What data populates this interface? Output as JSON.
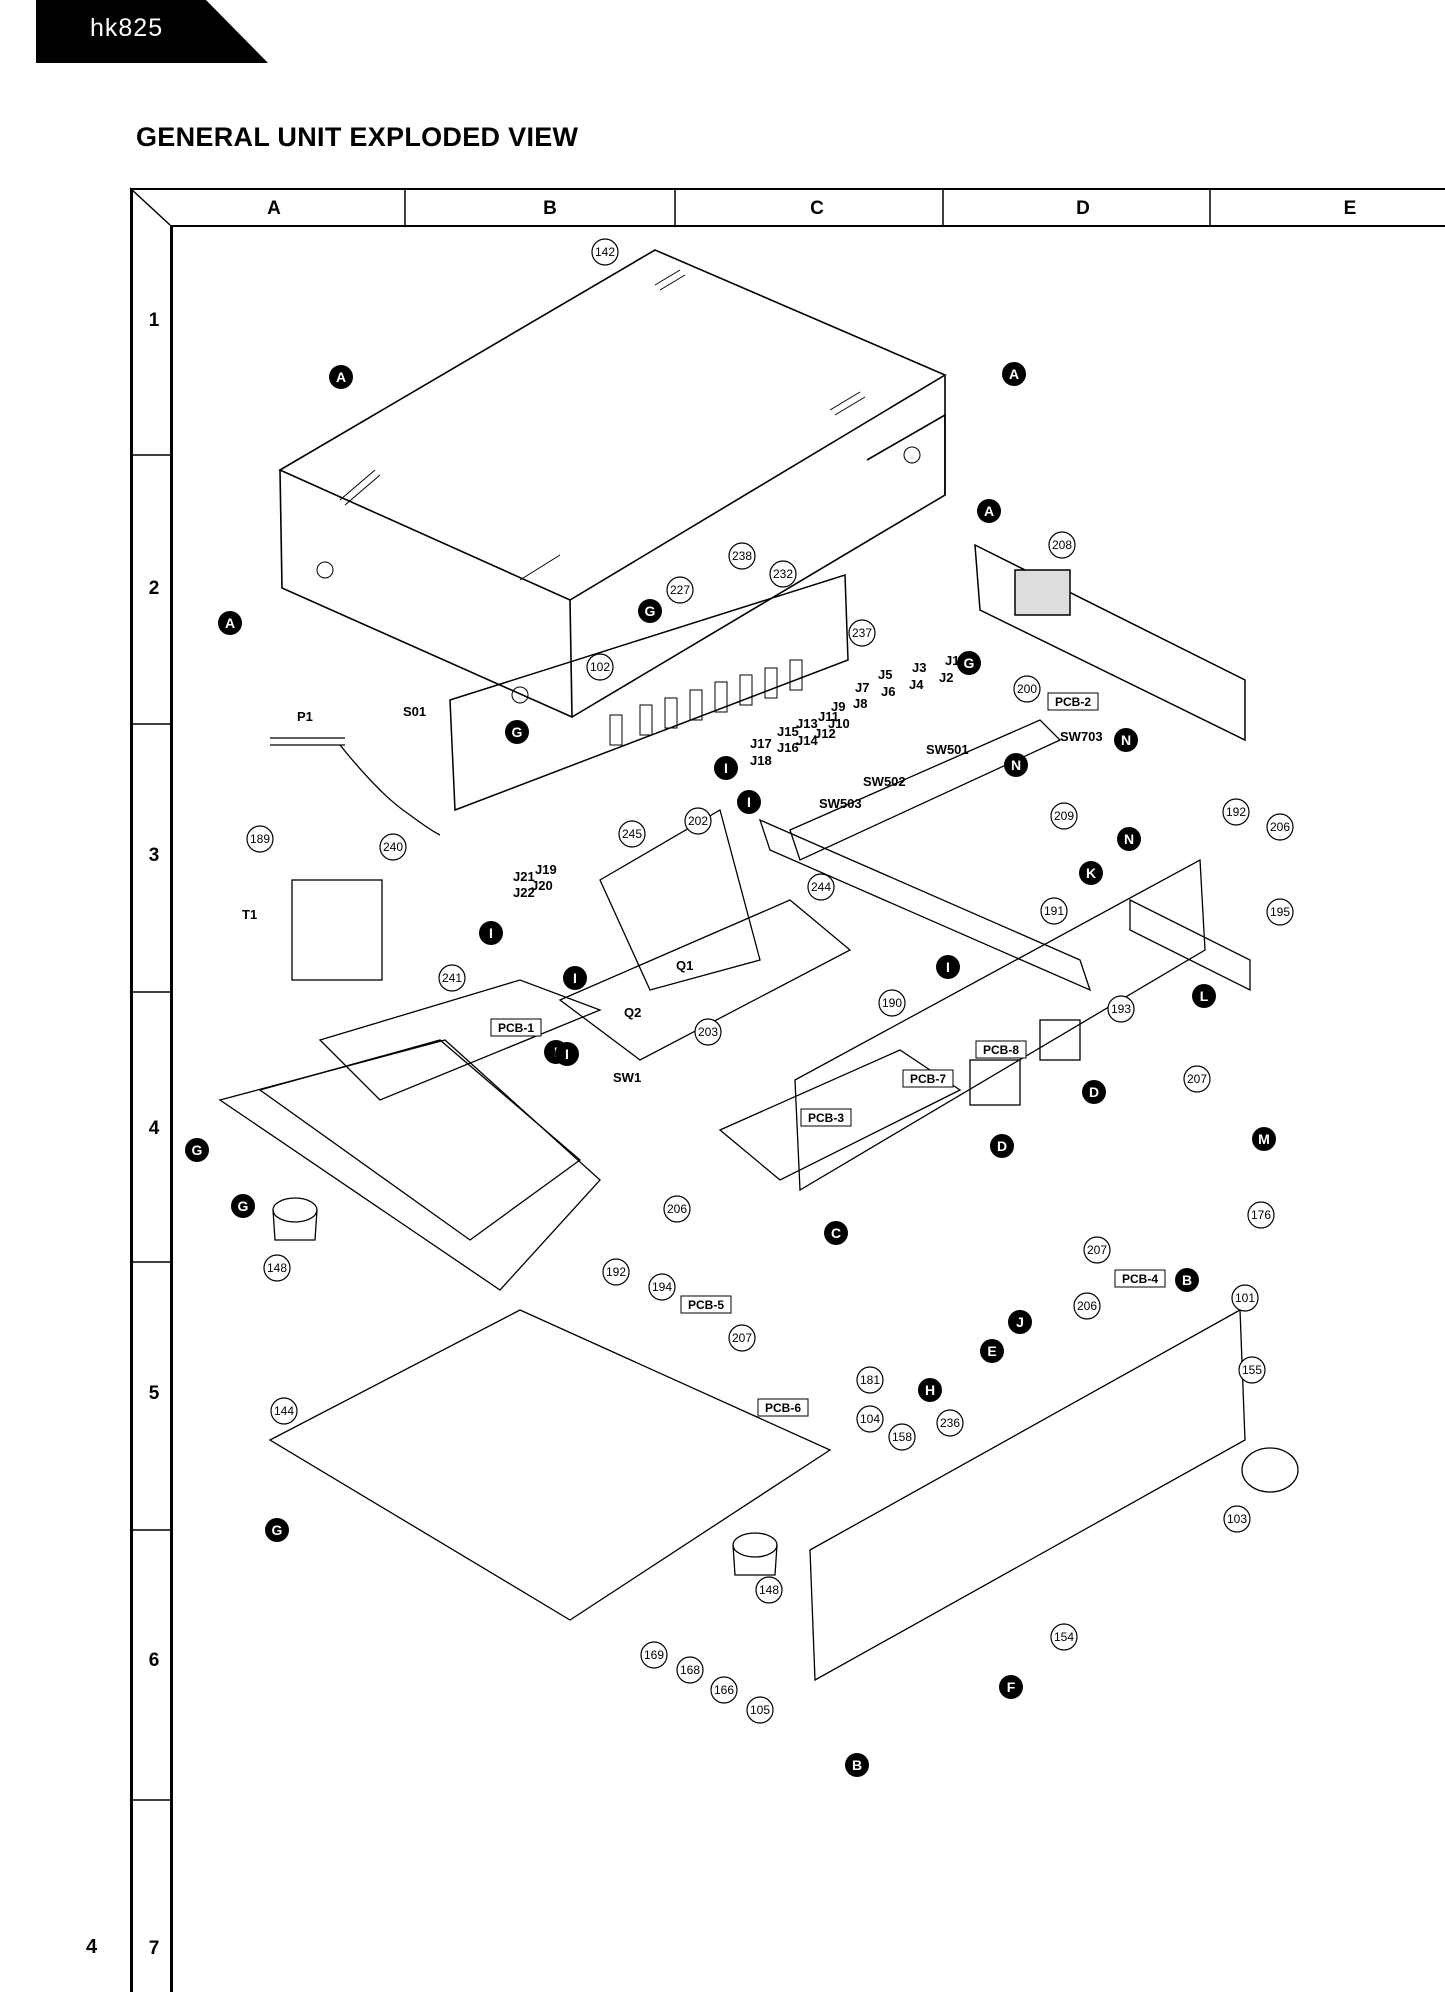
{
  "header": {
    "tab_label": "hk825",
    "title": "GENERAL UNIT EXPLODED VIEW",
    "page_number": "4"
  },
  "grid": {
    "columns": [
      "A",
      "B",
      "C",
      "D",
      "E"
    ],
    "rows": [
      "1",
      "2",
      "3",
      "4",
      "5",
      "6",
      "7"
    ]
  },
  "callouts": [
    "142",
    "227",
    "238",
    "232",
    "237",
    "102",
    "208",
    "200",
    "240",
    "189",
    "245",
    "202",
    "209",
    "192",
    "206",
    "195",
    "191",
    "244",
    "241",
    "190",
    "193",
    "203",
    "207",
    "206",
    "192",
    "194",
    "176",
    "207",
    "206",
    "207",
    "181",
    "236",
    "155",
    "104",
    "158",
    "101",
    "144",
    "148",
    "148",
    "103",
    "169",
    "168",
    "166",
    "105",
    "154"
  ],
  "letter_markers": [
    "A",
    "A",
    "A",
    "A",
    "G",
    "G",
    "G",
    "G",
    "G",
    "G",
    "N",
    "N",
    "N",
    "I",
    "I",
    "I",
    "I",
    "I",
    "I",
    "K",
    "L",
    "I",
    "D",
    "D",
    "M",
    "C",
    "B",
    "J",
    "E",
    "H",
    "F",
    "B"
  ],
  "text_labels": [
    "P1",
    "S01",
    "T1",
    "SW703",
    "SW501",
    "SW502",
    "SW503",
    "J1",
    "J2",
    "J3",
    "J4",
    "J5",
    "J6",
    "J7",
    "J8",
    "J9",
    "J10",
    "J11",
    "J12",
    "J13",
    "J14",
    "J15",
    "J16",
    "J17",
    "J18",
    "J19",
    "J20",
    "J21",
    "J22",
    "Q1",
    "Q2",
    "SW1"
  ],
  "pcb_labels": [
    "PCB-1",
    "PCB-2",
    "PCB-3",
    "PCB-4",
    "PCB-5",
    "PCB-6",
    "PCB-7",
    "PCB-8"
  ],
  "colors": {
    "ink": "#000000",
    "paper": "#ffffff"
  }
}
